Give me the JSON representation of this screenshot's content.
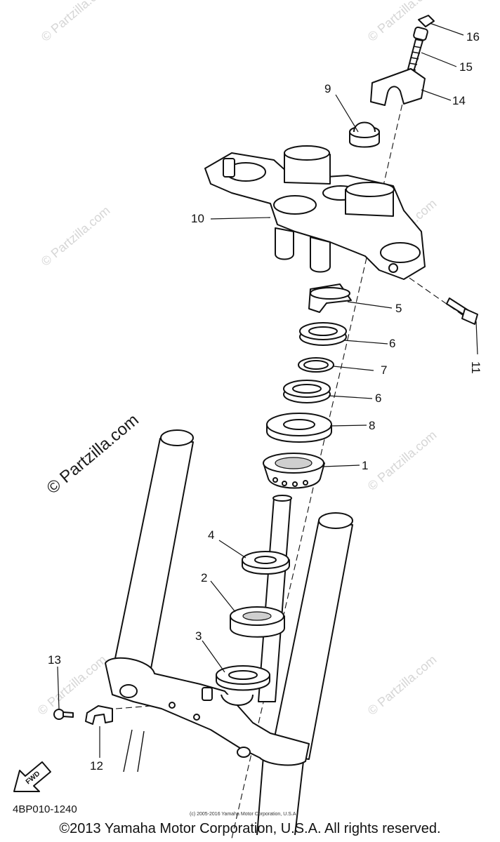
{
  "watermark": {
    "main": "© Partzilla.com",
    "faint": "© Partzilla.com"
  },
  "callouts": {
    "c1": "1",
    "c2": "2",
    "c3": "3",
    "c4": "4",
    "c5": "5",
    "c6a": "6",
    "c6b": "6",
    "c7": "7",
    "c8": "8",
    "c9": "9",
    "c10": "10",
    "c11": "11",
    "c12": "12",
    "c13": "13",
    "c14": "14",
    "c15": "15",
    "c16": "16"
  },
  "fwd_label": "FWD",
  "reference_code": "4BP010-1240",
  "small_copyright": "(c) 2005-2016 Yamaha Motor Corporation, U.S.A",
  "copyright": "©2013 Yamaha Motor Corporation, U.S.A. All rights reserved."
}
